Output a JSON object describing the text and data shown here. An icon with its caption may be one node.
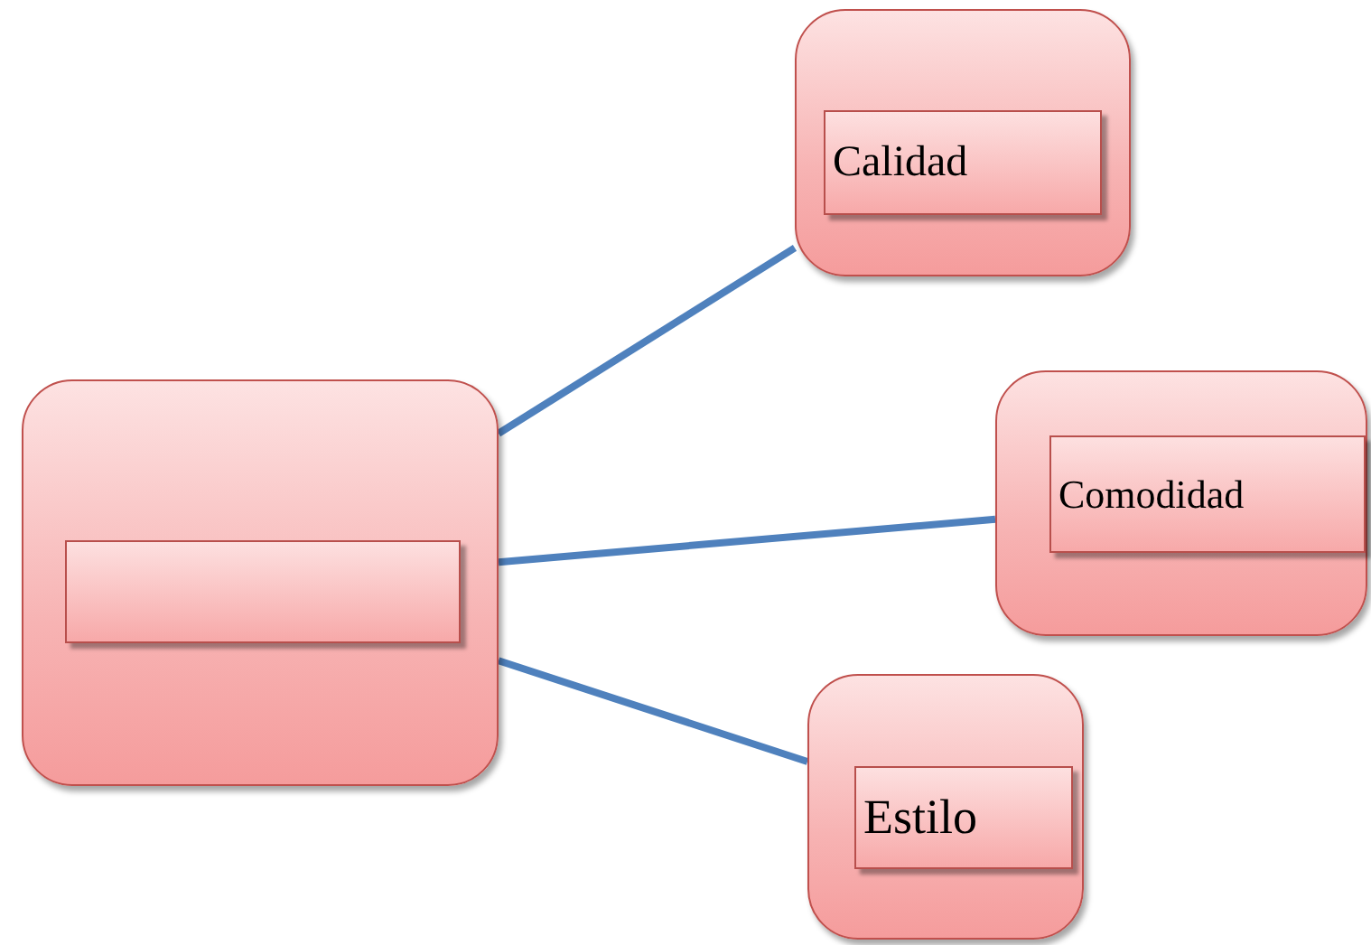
{
  "diagram": {
    "nodes": [
      {
        "text": [],
        "shape": "box"
      },
      {
        "text": [],
        "shape": "box",
        "in": 0
      },
      {
        "text": [],
        "shape": "box"
      },
      {
        "text": [
          "Calidad"
        ],
        "in": 2
      },
      {
        "text": [],
        "shape": "box"
      },
      {
        "text": [
          "Comodidad"
        ],
        "in": 4
      },
      {
        "text": [],
        "shape": "box"
      },
      {
        "text": [
          "Estilo"
        ],
        "in": 6
      }
    ],
    "edges": [
      {
        "from": 0,
        "to": 2,
        "arrow": "none"
      },
      {
        "from": 0,
        "to": 4,
        "arrow": "none"
      },
      {
        "from": 0,
        "to": 6,
        "arrow": "none"
      }
    ]
  }
}
